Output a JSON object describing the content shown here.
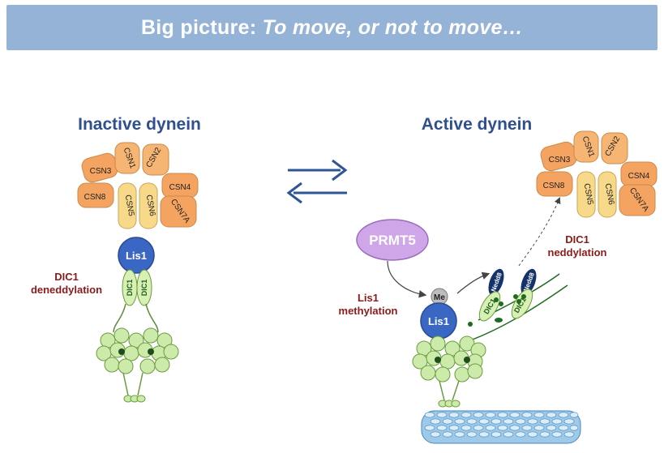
{
  "banner": {
    "title": "Big picture:",
    "subtitle": "To move, or not to move…"
  },
  "left": {
    "heading": "Inactive dynein",
    "process_line1": "DIC1",
    "process_line2": "deneddylation",
    "csn": [
      "CSN3",
      "CSN1",
      "CSN2",
      "CSN8",
      "CSN5",
      "CSN6",
      "CSN4",
      "CSN7A"
    ],
    "lis1": "Lis1",
    "dic": "DIC1"
  },
  "right": {
    "heading": "Active dynein",
    "enzyme": "PRMT5",
    "methyl_line1": "Lis1",
    "methyl_line2": "methylation",
    "me": "Me",
    "lis1": "Lis1",
    "nedd": "Nedd8",
    "dic": "DIC1",
    "nedd_line1": "DIC1",
    "nedd_line2": "neddylation",
    "csn": [
      "CSN3",
      "CSN1",
      "CSN2",
      "CSN8",
      "CSN5",
      "CSN6",
      "CSN4",
      "CSN7A"
    ]
  },
  "colors": {
    "banner": "#95b3d7",
    "heading": "#2f4f8f",
    "csn_orange": "#f4a460",
    "csn_yellow": "#f8d98a",
    "lis1": "#3a66c4",
    "dynein_green": "#ccebaa",
    "prmt5": "#cfa6e8",
    "nedd8": "#14336b",
    "red_label": "#8b1a1a"
  }
}
